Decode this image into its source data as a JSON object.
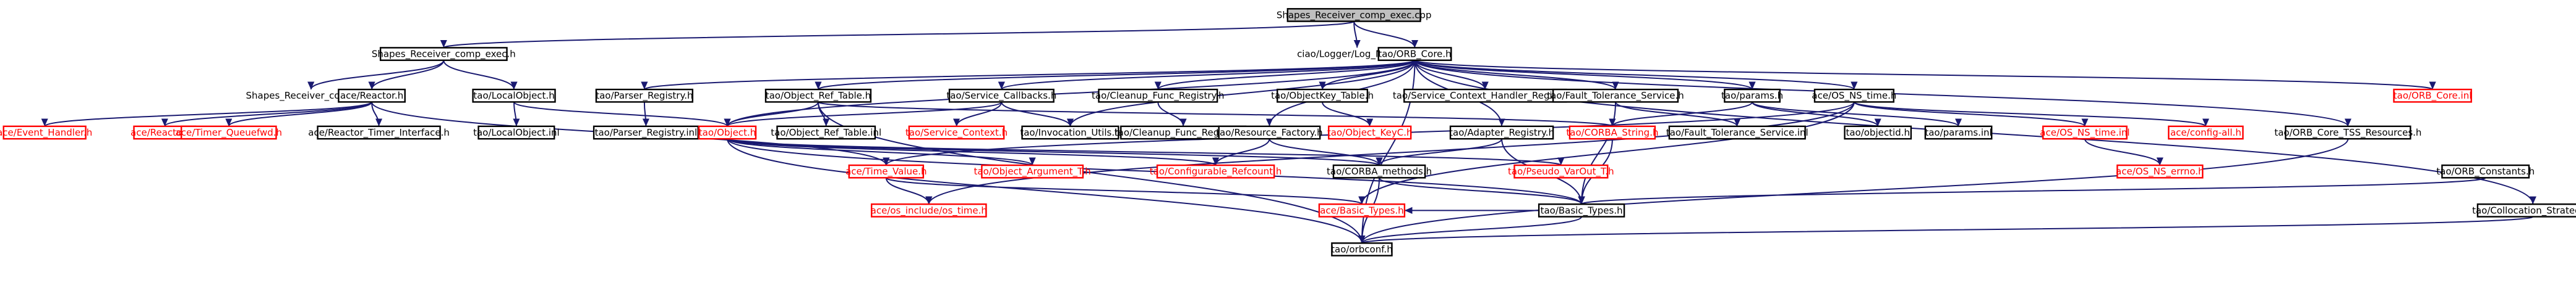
{
  "graph": {
    "colors": {
      "root_fill": "#bfbfbf",
      "normal_border": "#000000",
      "missing_border": "#ff0000",
      "normal_text": "#000000",
      "missing_text": "#ff0000",
      "edge_color": "#191970",
      "background": "#ffffff"
    },
    "nodes": [
      {
        "id": "root",
        "label": "Shapes_Receiver_comp_exec.cpp",
        "style": "root"
      },
      {
        "id": "sr_exec_h",
        "label": "Shapes_Receiver_comp_exec.h",
        "style": "normal"
      },
      {
        "id": "ciao_log",
        "label": "ciao/Logger/Log_Macros.h",
        "style": "noframe"
      },
      {
        "id": "orb_core_h",
        "label": "tao/ORB_Core.h",
        "style": "normal"
      },
      {
        "id": "sr_compec",
        "label": "Shapes_Receiver_compEC.h",
        "style": "noframe"
      },
      {
        "id": "reactor_h",
        "label": "ace/Reactor.h",
        "style": "normal"
      },
      {
        "id": "localobj_h",
        "label": "tao/LocalObject.h",
        "style": "normal"
      },
      {
        "id": "parser_reg_h",
        "label": "tao/Parser_Registry.h",
        "style": "normal"
      },
      {
        "id": "obj_ref_table_h",
        "label": "tao/Object_Ref_Table.h",
        "style": "normal"
      },
      {
        "id": "svc_callbacks_h",
        "label": "tao/Service_Callbacks.h",
        "style": "normal"
      },
      {
        "id": "cleanup_func_h",
        "label": "tao/Cleanup_Func_Registry.h",
        "style": "normal"
      },
      {
        "id": "objkey_table_h",
        "label": "tao/ObjectKey_Table.h",
        "style": "normal"
      },
      {
        "id": "svc_ctx_handler_h",
        "label": "tao/Service_Context_Handler_Registry.h",
        "style": "normal"
      },
      {
        "id": "fault_tol_h",
        "label": "tao/Fault_Tolerance_Service.h",
        "style": "normal"
      },
      {
        "id": "params_h",
        "label": "tao/params.h",
        "style": "normal"
      },
      {
        "id": "os_ns_time_h",
        "label": "ace/OS_NS_time.h",
        "style": "normal"
      },
      {
        "id": "orb_core_inl",
        "label": "tao/ORB_Core.inl",
        "style": "missing"
      },
      {
        "id": "event_handler",
        "label": "ace/Event_Handler.h",
        "style": "missing"
      },
      {
        "id": "reactor_inl",
        "label": "ace/Reactor.inl",
        "style": "missing"
      },
      {
        "id": "timer_queuefwd",
        "label": "ace/Timer_Queuefwd.h",
        "style": "missing"
      },
      {
        "id": "reactor_timer_if",
        "label": "ace/Reactor_Timer_Interface.h",
        "style": "normal"
      },
      {
        "id": "localobj_inl",
        "label": "tao/LocalObject.inl",
        "style": "normal"
      },
      {
        "id": "parser_reg_inl",
        "label": "tao/Parser_Registry.inl",
        "style": "normal"
      },
      {
        "id": "object_h",
        "label": "tao/Object.h",
        "style": "missing"
      },
      {
        "id": "obj_ref_table_inl",
        "label": "tao/Object_Ref_Table.inl",
        "style": "normal"
      },
      {
        "id": "svc_context",
        "label": "tao/Service_Context.h",
        "style": "missing"
      },
      {
        "id": "invocation_utils",
        "label": "tao/Invocation_Utils.h",
        "style": "normal"
      },
      {
        "id": "cleanup_func_inl",
        "label": "tao/Cleanup_Func_Registry.inl",
        "style": "normal"
      },
      {
        "id": "object_keyc",
        "label": "tao/Object_KeyC.h",
        "style": "missing"
      },
      {
        "id": "resource_factory",
        "label": "tao/Resource_Factory.h",
        "style": "normal"
      },
      {
        "id": "adapter_registry",
        "label": "tao/Adapter_Registry.h",
        "style": "normal"
      },
      {
        "id": "corba_string",
        "label": "tao/CORBA_String.h",
        "style": "missing"
      },
      {
        "id": "fault_tol_inl",
        "label": "tao/Fault_Tolerance_Service.inl",
        "style": "normal"
      },
      {
        "id": "objectid_h",
        "label": "tao/objectid.h",
        "style": "normal"
      },
      {
        "id": "params_inl",
        "label": "tao/params.inl",
        "style": "normal"
      },
      {
        "id": "os_ns_time_inl",
        "label": "ace/OS_NS_time.inl",
        "style": "missing"
      },
      {
        "id": "config_all",
        "label": "ace/config-all.h",
        "style": "missing"
      },
      {
        "id": "orb_core_tss",
        "label": "tao/ORB_Core_TSS_Resources.h",
        "style": "normal"
      },
      {
        "id": "time_value",
        "label": "ace/Time_Value.h",
        "style": "missing"
      },
      {
        "id": "object_argument_t",
        "label": "tao/Object_Argument_T.h",
        "style": "missing"
      },
      {
        "id": "configurable_refcount",
        "label": "tao/Configurable_Refcount.h",
        "style": "missing"
      },
      {
        "id": "corba_methods",
        "label": "tao/CORBA_methods.h",
        "style": "normal"
      },
      {
        "id": "pseudo_varout",
        "label": "tao/Pseudo_VarOut_T.h",
        "style": "missing"
      },
      {
        "id": "os_ns_errno",
        "label": "ace/OS_NS_errno.h",
        "style": "missing"
      },
      {
        "id": "orb_constants",
        "label": "tao/ORB_Constants.h",
        "style": "normal"
      },
      {
        "id": "os_include_time",
        "label": "ace/os_include/os_time.h",
        "style": "missing"
      },
      {
        "id": "ace_basic_types",
        "label": "ace/Basic_Types.h",
        "style": "missing"
      },
      {
        "id": "tao_basic_types",
        "label": "tao/Basic_Types.h",
        "style": "normal"
      },
      {
        "id": "collocation_strategy",
        "label": "tao/Collocation_Strategy.h",
        "style": "normal"
      },
      {
        "id": "orbconf",
        "label": "tao/orbconf.h",
        "style": "normal"
      }
    ],
    "edges": [
      [
        "root",
        "sr_exec_h"
      ],
      [
        "root",
        "ciao_log"
      ],
      [
        "root",
        "orb_core_h"
      ],
      [
        "sr_exec_h",
        "sr_compec"
      ],
      [
        "sr_exec_h",
        "reactor_h"
      ],
      [
        "sr_exec_h",
        "localobj_h"
      ],
      [
        "reactor_h",
        "event_handler"
      ],
      [
        "reactor_h",
        "reactor_inl"
      ],
      [
        "reactor_h",
        "timer_queuefwd"
      ],
      [
        "reactor_h",
        "reactor_timer_if"
      ],
      [
        "reactor_h",
        "time_value"
      ],
      [
        "localobj_h",
        "localobj_inl"
      ],
      [
        "localobj_h",
        "object_h"
      ],
      [
        "orb_core_h",
        "parser_reg_h"
      ],
      [
        "orb_core_h",
        "obj_ref_table_h"
      ],
      [
        "orb_core_h",
        "svc_callbacks_h"
      ],
      [
        "orb_core_h",
        "cleanup_func_h"
      ],
      [
        "orb_core_h",
        "objkey_table_h"
      ],
      [
        "orb_core_h",
        "svc_ctx_handler_h"
      ],
      [
        "orb_core_h",
        "fault_tol_h"
      ],
      [
        "orb_core_h",
        "params_h"
      ],
      [
        "orb_core_h",
        "os_ns_time_h"
      ],
      [
        "orb_core_h",
        "orb_core_inl"
      ],
      [
        "orb_core_h",
        "orb_core_tss"
      ],
      [
        "orb_core_h",
        "collocation_strategy"
      ],
      [
        "orb_core_h",
        "resource_factory"
      ],
      [
        "orb_core_h",
        "adapter_registry"
      ],
      [
        "orb_core_h",
        "object_h"
      ],
      [
        "orb_core_h",
        "invocation_utils"
      ],
      [
        "orb_core_h",
        "orbconf"
      ],
      [
        "parser_reg_h",
        "parser_reg_inl"
      ],
      [
        "obj_ref_table_h",
        "object_h"
      ],
      [
        "obj_ref_table_h",
        "obj_ref_table_inl"
      ],
      [
        "obj_ref_table_h",
        "corba_string"
      ],
      [
        "obj_ref_table_h",
        "orbconf"
      ],
      [
        "svc_callbacks_h",
        "object_h"
      ],
      [
        "svc_callbacks_h",
        "svc_context"
      ],
      [
        "svc_callbacks_h",
        "invocation_utils"
      ],
      [
        "cleanup_func_h",
        "cleanup_func_inl"
      ],
      [
        "objkey_table_h",
        "object_keyc"
      ],
      [
        "resource_factory",
        "configurable_refcount"
      ],
      [
        "resource_factory",
        "corba_methods"
      ],
      [
        "adapter_registry",
        "corba_methods"
      ],
      [
        "adapter_registry",
        "tao_basic_types"
      ],
      [
        "fault_tol_h",
        "fault_tol_inl"
      ],
      [
        "fault_tol_h",
        "tao_basic_types"
      ],
      [
        "params_h",
        "corba_string"
      ],
      [
        "params_h",
        "objectid_h"
      ],
      [
        "params_h",
        "params_inl"
      ],
      [
        "corba_string",
        "tao_basic_types"
      ],
      [
        "object_h",
        "object_argument_t"
      ],
      [
        "object_h",
        "configurable_refcount"
      ],
      [
        "object_h",
        "corba_methods"
      ],
      [
        "object_h",
        "pseudo_varout"
      ],
      [
        "object_h",
        "tao_basic_types"
      ],
      [
        "object_h",
        "orbconf"
      ],
      [
        "os_ns_time_h",
        "os_ns_time_inl"
      ],
      [
        "os_ns_time_h",
        "config_all"
      ],
      [
        "os_ns_time_h",
        "time_value"
      ],
      [
        "os_ns_time_h",
        "os_include_time"
      ],
      [
        "os_ns_time_h",
        "ace_basic_types"
      ],
      [
        "os_ns_time_inl",
        "os_ns_errno"
      ],
      [
        "time_value",
        "os_include_time"
      ],
      [
        "time_value",
        "ace_basic_types"
      ],
      [
        "corba_methods",
        "orbconf"
      ],
      [
        "corba_methods",
        "tao_basic_types"
      ],
      [
        "orb_constants",
        "tao_basic_types"
      ],
      [
        "orb_core_tss",
        "orbconf"
      ],
      [
        "tao_basic_types",
        "ace_basic_types"
      ],
      [
        "tao_basic_types",
        "orbconf"
      ],
      [
        "collocation_strategy",
        "orbconf"
      ]
    ]
  }
}
